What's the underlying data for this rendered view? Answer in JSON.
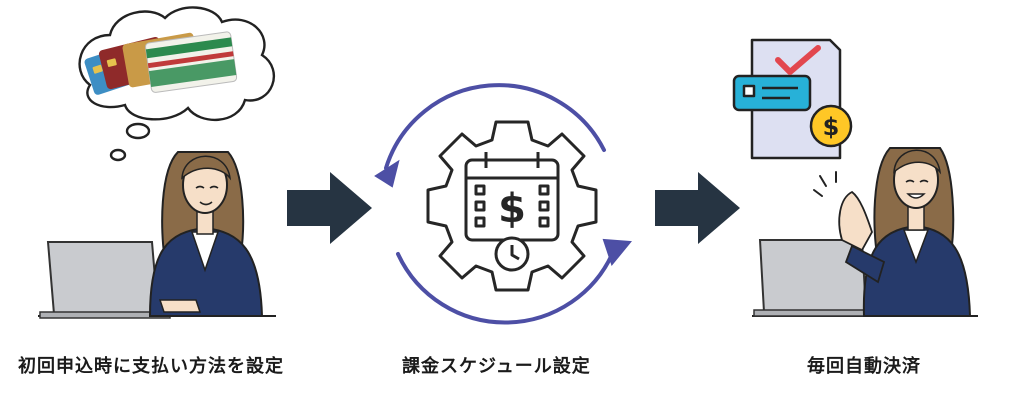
{
  "steps": [
    {
      "caption": "初回申込時に支払い方法を設定"
    },
    {
      "caption": "課金スケジュール設定"
    },
    {
      "caption": "毎回自動決済"
    }
  ],
  "icons": [
    "credit-card-icon",
    "arrow-right-icon",
    "gear-calendar-dollar-icon",
    "cycle-arrows-icon",
    "invoice-check-icon",
    "dollar-coin-icon",
    "laptop-icon"
  ],
  "colors": {
    "arrow": "#263442",
    "cycle": "#4d4fa5",
    "suit": "#263a6b",
    "doc": "#dde0f2",
    "tag": "#27b1d8",
    "check": "#e2474e",
    "coin": "#ffc726",
    "card_green": "#2c8a4e"
  }
}
